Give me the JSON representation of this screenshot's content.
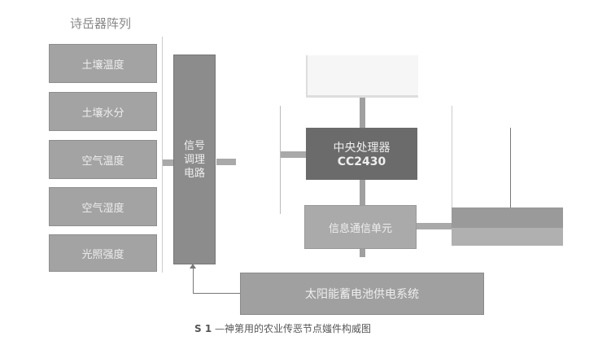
{
  "title": "诗岳器阵列",
  "sensors": [
    "土壤温度",
    "土壤水分",
    "空气温度",
    "空气湿度",
    "光照强度"
  ],
  "signal": "信号调理电路",
  "cpu": {
    "name": "中央处理器",
    "model": "CC2430"
  },
  "comm": "信息通信单元",
  "power": "太阳能蓄电池供电系统",
  "caption": {
    "label": "S 1",
    "text": "—神第用的农业传恶节点媸件构威图"
  }
}
